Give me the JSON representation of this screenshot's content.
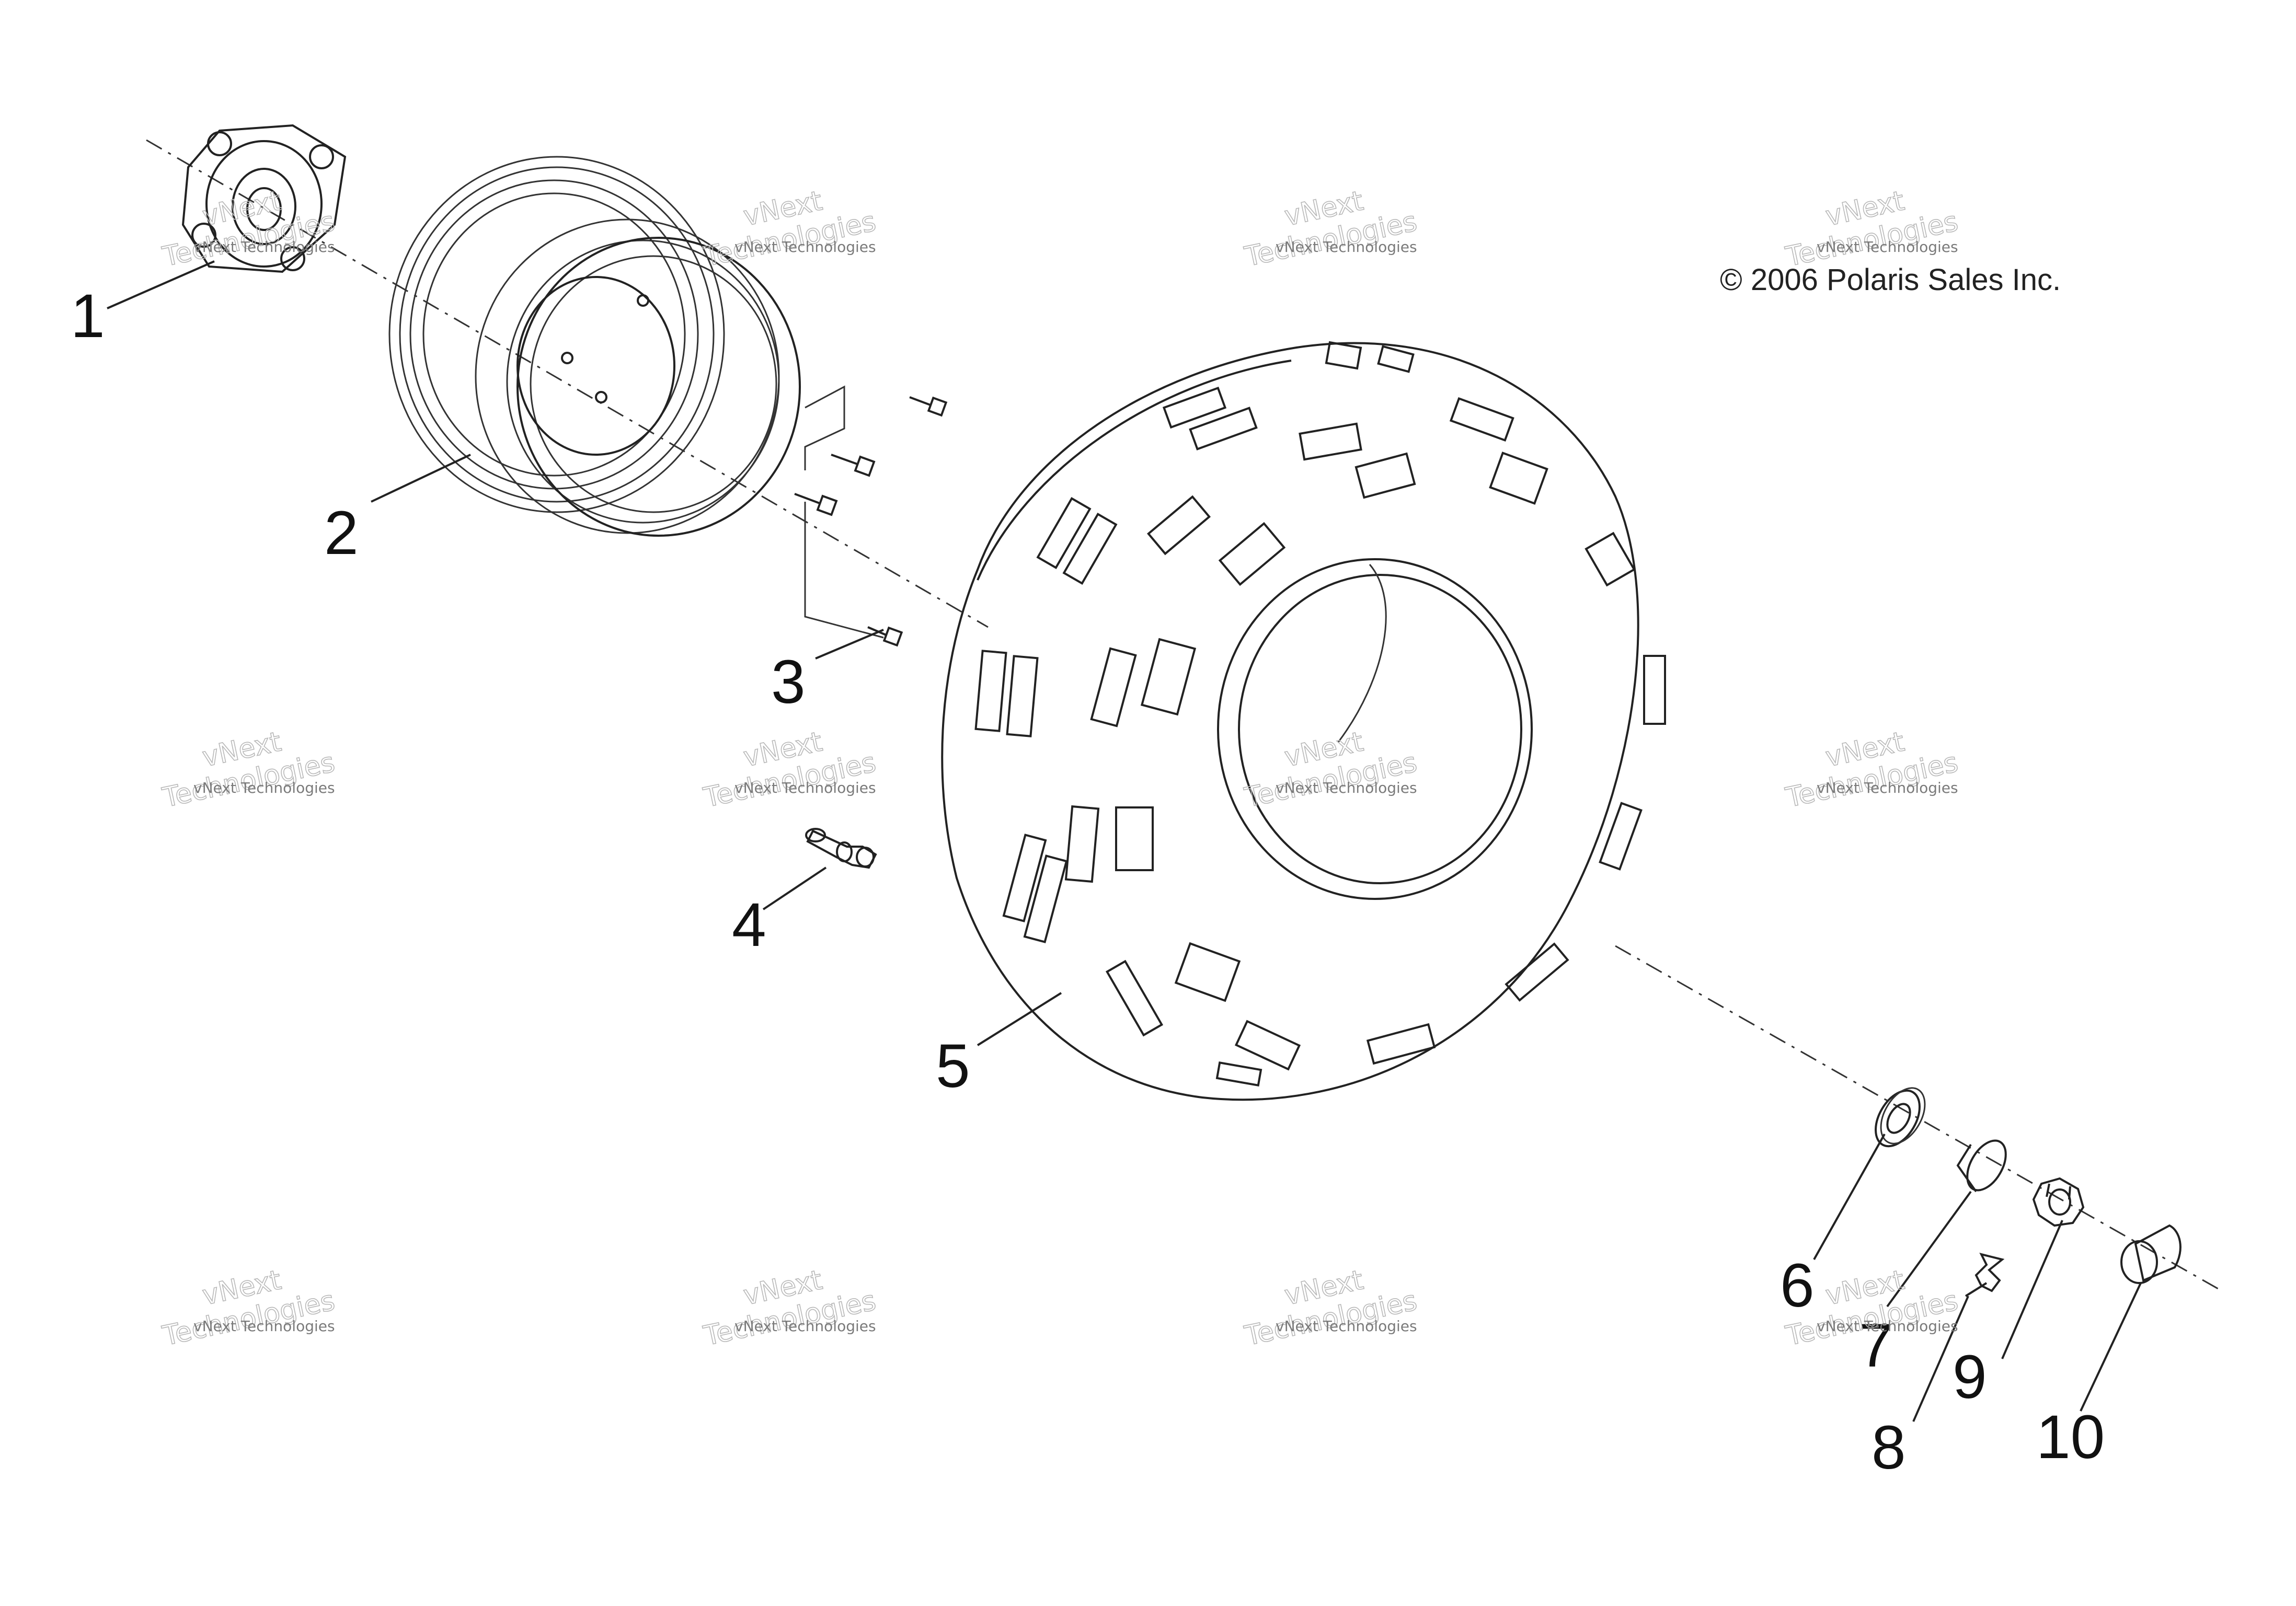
{
  "copyright": "© 2006 Polaris Sales Inc.",
  "watermark": {
    "line1": "vNext Technologies",
    "line2": "vNext",
    "line3": "Technologies"
  },
  "parts": [
    {
      "number": "1",
      "icon": "hub-icon"
    },
    {
      "number": "2",
      "icon": "wheel-rim-icon"
    },
    {
      "number": "3",
      "icon": "lug-nut-icon"
    },
    {
      "number": "4",
      "icon": "valve-stem-icon"
    },
    {
      "number": "5",
      "icon": "tire-icon"
    },
    {
      "number": "6",
      "icon": "washer-icon"
    },
    {
      "number": "7",
      "icon": "cone-washer-icon"
    },
    {
      "number": "8",
      "icon": "cotter-pin-icon"
    },
    {
      "number": "9",
      "icon": "castle-nut-icon"
    },
    {
      "number": "10",
      "icon": "dust-cap-icon"
    }
  ]
}
